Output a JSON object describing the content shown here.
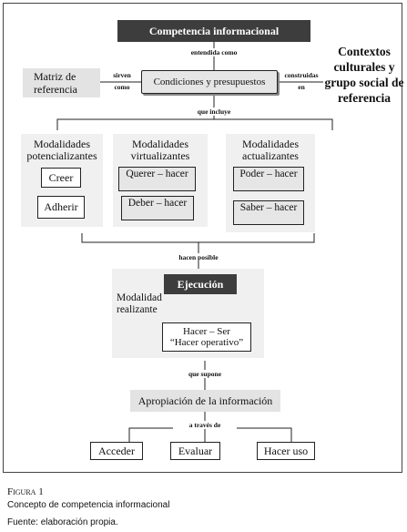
{
  "diagram": {
    "title": "Competencia informacional",
    "entendida_como": "entendida como",
    "matriz": "Matriz de referencia",
    "sirven_como": [
      "sirven",
      "como"
    ],
    "condiciones": "Condiciones y presupuestos",
    "construidas_en": [
      "construidas",
      "en"
    ],
    "contextos": "Contextos culturales y grupo social de referencia",
    "que_incluye": "que incluye",
    "mod_potencializantes": "Modalidades potencializantes",
    "creer": "Creer",
    "adherir": "Adherir",
    "mod_virtualizantes": "Modalidades virtualizantes",
    "querer_hacer": "Querer – hacer",
    "deber_hacer": "Deber – hacer",
    "mod_actualizantes": "Modalidades actualizantes",
    "poder_hacer": "Poder – hacer",
    "saber_hacer": "Saber – hacer",
    "hacen_posible": "hacen posible",
    "ejecucion": "Ejecución",
    "modalidad_realizante": "Modalidad realizante",
    "hacer_ser": "Hacer – Ser",
    "hacer_operativo": "“Hacer operativo”",
    "que_supone": "que supone",
    "apropiacion": "Apropiación de la información",
    "a_traves_de": "a través de",
    "acceder": "Acceder",
    "evaluar": "Evaluar",
    "hacer_uso": "Hacer uso"
  },
  "caption": {
    "figure": "Figura 1",
    "title": "Concepto de competencia informacional",
    "source": "Fuente: elaboración propia."
  }
}
